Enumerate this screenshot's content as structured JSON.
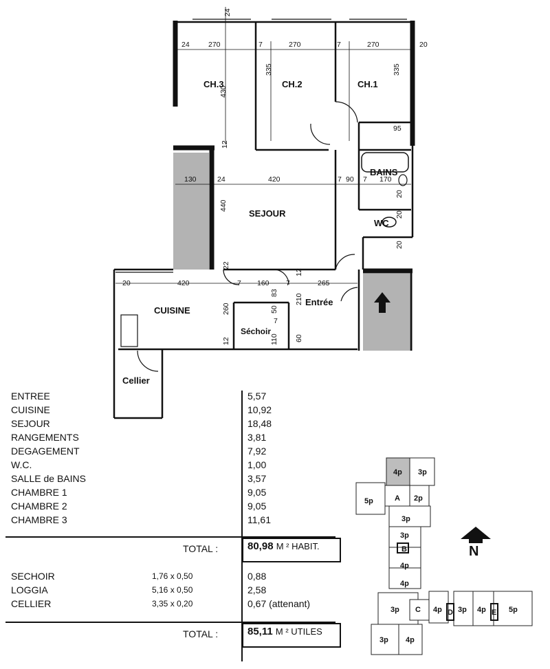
{
  "plan": {
    "rooms": {
      "ch3": "CH.3",
      "ch2": "CH.2",
      "ch1": "CH.1",
      "bains": "BAINS",
      "sejour": "SEJOUR",
      "wc": "WC",
      "cuisine": "CUISINE",
      "entree": "Entrée",
      "sechoir": "Séchoir",
      "cellier": "Cellier"
    },
    "dims": {
      "top_24": "24",
      "top_270a": "270",
      "top_7a": "7",
      "top_270b": "270",
      "top_7b": "7",
      "top_270c": "270",
      "top_20": "20",
      "left_24": "24",
      "v_430": "430",
      "v_335a": "335",
      "v_335b": "335",
      "v_12a": "12",
      "v_95": "95",
      "m_130": "130",
      "m_24": "24",
      "m_420": "420",
      "m_7a": "7",
      "m_90": "90",
      "m_7b": "7",
      "m_170": "170",
      "v_440": "440",
      "v_20a": "20",
      "v_20b": "20",
      "v_20c": "20",
      "v_22": "22",
      "v_12b": "12",
      "b_20": "20",
      "b_420": "420",
      "b_7a": "7",
      "b_160": "160",
      "b_7b": "7",
      "b_265": "265",
      "v_83": "83",
      "v_210": "210",
      "v_260": "260",
      "v_50": "50",
      "v_110": "110",
      "v_60": "60",
      "v_12c": "12",
      "v_7": "7"
    }
  },
  "areas": [
    {
      "label": "ENTREE",
      "value": "5,57"
    },
    {
      "label": "CUISINE",
      "value": "10,92"
    },
    {
      "label": "SEJOUR",
      "value": "18,48"
    },
    {
      "label": "RANGEMENTS",
      "value": "3,81"
    },
    {
      "label": "DEGAGEMENT",
      "value": "7,92"
    },
    {
      "label": "W.C.",
      "value": "1,00"
    },
    {
      "label": "SALLE de BAINS",
      "value": "3,57"
    },
    {
      "label": "CHAMBRE 1",
      "value": "9,05"
    },
    {
      "label": "CHAMBRE 2",
      "value": "9,05"
    },
    {
      "label": "CHAMBRE 3",
      "value": "11,61"
    }
  ],
  "total1": {
    "label": "TOTAL :",
    "value": "80,98",
    "unit": "M ² HABIT."
  },
  "extras": [
    {
      "label": "SECHOIR",
      "dims": "1,76 x 0,50",
      "value": "0,88"
    },
    {
      "label": "LOGGIA",
      "dims": "5,16 x 0,50",
      "value": "2,58"
    },
    {
      "label": "CELLIER",
      "dims": "3,35 x 0,20",
      "value": "0,67 (attenant)"
    }
  ],
  "total2": {
    "label": "TOTAL :",
    "value": "85,11",
    "unit": "M ² UTILES"
  },
  "site": {
    "units": {
      "u1": "4p",
      "u2": "3p",
      "u3": "5p",
      "u4": "A",
      "u5": "2p",
      "u6": "3p",
      "u7": "3p",
      "u8": "B",
      "u9": "4p",
      "u10": "4p",
      "u11": "3p",
      "u12": "C",
      "u13": "4p",
      "u14": "D",
      "u15": "3p",
      "u16": "4p",
      "u17": "E",
      "u18": "5p",
      "u19": "3p",
      "u20": "4p"
    },
    "north": "N"
  }
}
